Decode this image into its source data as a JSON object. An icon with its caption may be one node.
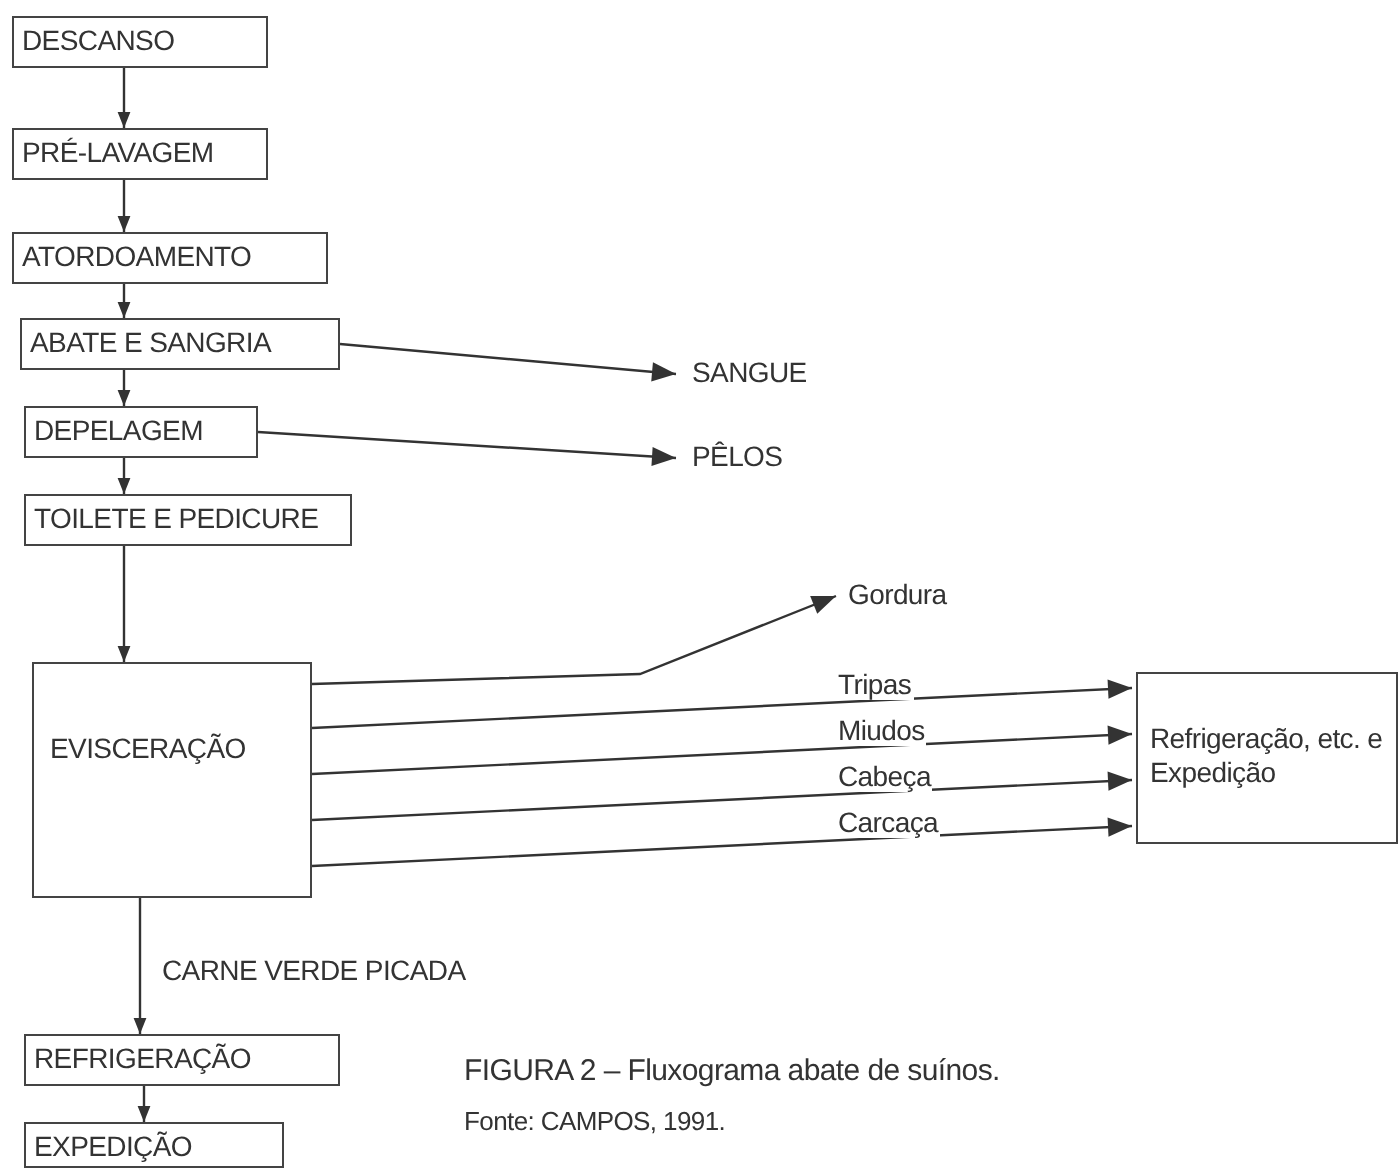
{
  "diagram": {
    "caption": "FIGURA 2 – Fluxograma abate de suínos.",
    "nodes": [
      {
        "text": [
          "DESCANSO"
        ]
      },
      {
        "text": [
          "PRÉ-LAVAGEM"
        ]
      },
      {
        "text": [
          "ATORDOAMENTO"
        ]
      },
      {
        "text": [
          "ABATE E SANGRIA"
        ]
      },
      {
        "text": [
          "DEPELAGEM"
        ]
      },
      {
        "text": [
          "TOILETE E PEDICURE"
        ]
      },
      {
        "text": [
          "EVISCERAÇÃO"
        ]
      },
      {
        "text": [
          "Refrigeração, etc. e Expedição"
        ]
      },
      {
        "text": [
          "SANGUE"
        ]
      },
      {
        "text": [
          "PÊLOS"
        ]
      },
      {
        "text": [
          "Gordura"
        ]
      },
      {
        "text": [
          "REFRIGERAÇÃO"
        ]
      },
      {
        "text": [
          "EXPEDIÇÃO"
        ]
      }
    ],
    "edges": [
      {
        "from": 0,
        "to": 1,
        "arrow": "to"
      },
      {
        "from": 1,
        "to": 2,
        "arrow": "to"
      },
      {
        "from": 2,
        "to": 3,
        "arrow": "to"
      },
      {
        "from": 3,
        "to": 8,
        "arrow": "to"
      },
      {
        "from": 3,
        "to": 4,
        "arrow": "to"
      },
      {
        "from": 4,
        "to": 9,
        "arrow": "to"
      },
      {
        "from": 4,
        "to": 5,
        "arrow": "to"
      },
      {
        "from": 5,
        "to": 6,
        "arrow": "to"
      },
      {
        "from": 6,
        "to": 10,
        "arrow": "to"
      },
      {
        "from": 6,
        "to": 7,
        "label": "Tripas",
        "arrow": "to"
      },
      {
        "from": 6,
        "to": 7,
        "label": "Miudos",
        "arrow": "to"
      },
      {
        "from": 6,
        "to": 7,
        "label": "Cabeça",
        "arrow": "to"
      },
      {
        "from": 6,
        "to": 7,
        "label": "Carcaça",
        "arrow": "to"
      },
      {
        "from": 6,
        "to": 11,
        "label": "CARNE VERDE PICADA",
        "arrow": "to"
      },
      {
        "from": 11,
        "to": 12,
        "arrow": "to"
      }
    ],
    "labels": [
      "Fonte: CAMPOS, 1991."
    ]
  }
}
